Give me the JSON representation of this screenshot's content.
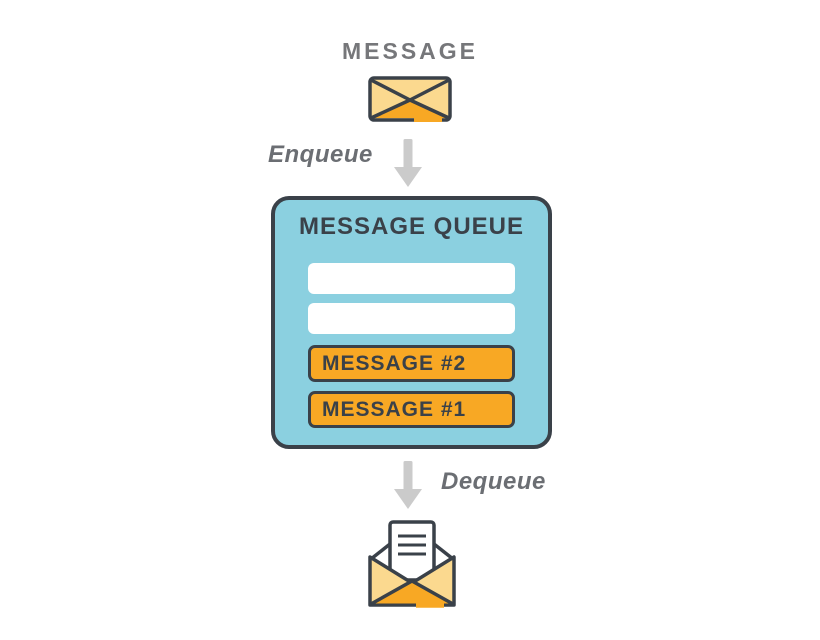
{
  "colors": {
    "background": "#FFFFFF",
    "dark": "#3A4149",
    "gray_text": "#76777A",
    "muted_gray": "#6B6E73",
    "arrow_gray": "#CBCBCB",
    "blue": "#8BD0E0",
    "orange": "#F8A824",
    "yellow": "#FBD98F",
    "white": "#FFFFFF"
  },
  "header": {
    "title": "MESSAGE"
  },
  "flow": {
    "enqueue_label": "Enqueue",
    "dequeue_label": "Dequeue"
  },
  "queue": {
    "title": "MESSAGE QUEUE",
    "slots": [
      {
        "type": "empty",
        "label": ""
      },
      {
        "type": "empty",
        "label": ""
      },
      {
        "type": "message",
        "label": "MESSAGE #2"
      },
      {
        "type": "message",
        "label": "MESSAGE #1"
      }
    ]
  },
  "icons": {
    "incoming_message": "closed-envelope-icon",
    "enqueue_direction": "arrow-down-icon",
    "dequeue_direction": "arrow-down-icon",
    "outgoing_message": "open-envelope-icon"
  }
}
